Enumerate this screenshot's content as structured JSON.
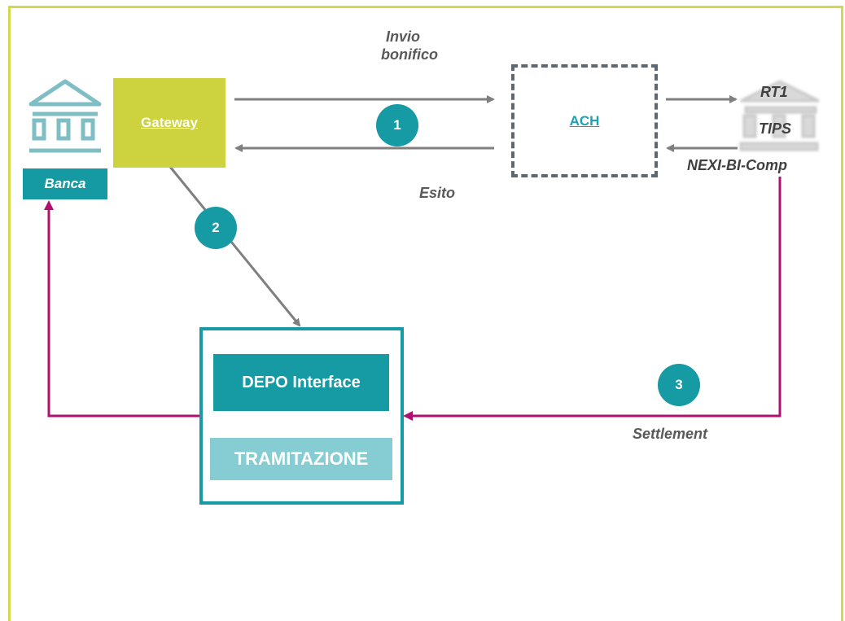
{
  "diagram": {
    "gateway": {
      "label": "Gateway"
    },
    "ach": {
      "label": "ACH"
    },
    "banca": {
      "label": "Banca"
    },
    "invio": {
      "line1": "Invio",
      "line2": "bonifico"
    },
    "esito": {
      "label": "Esito"
    },
    "settlement": {
      "label": "Settlement"
    },
    "steps": [
      "1",
      "2",
      "3"
    ],
    "destinations": [
      "RT1",
      "TIPS",
      "NEXI-BI-Comp"
    ],
    "depo_interface": {
      "label": "DEPO Interface"
    },
    "tramitazione": {
      "label": "TRAMITAZIONE"
    }
  },
  "colors": {
    "frame": "#d4d94a",
    "gateway": "#cdd23f",
    "teal": "#169aa3",
    "light_teal": "#86cdd3",
    "gray_arrow": "#7f7f7f",
    "magenta_arrow": "#b0106f",
    "dashed_border": "#5f6770"
  },
  "icons": [
    "bank-icon",
    "bank-blurred-icon"
  ]
}
